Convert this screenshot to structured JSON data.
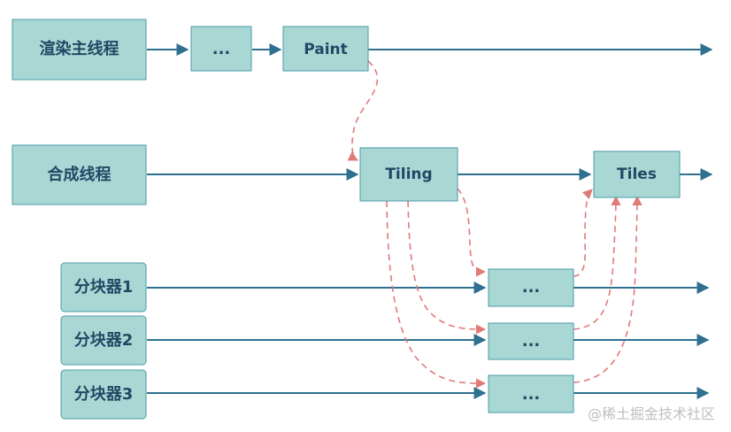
{
  "threads": {
    "render": "渲染主线程",
    "compositor": "合成线程",
    "tiler_1": "分块器1",
    "tiler_2": "分块器2",
    "tiler_3": "分块器3"
  },
  "nodes": {
    "render_ellipsis": "...",
    "paint": "Paint",
    "tiling": "Tiling",
    "tiles": "Tiles",
    "tiler_1_ellipsis": "...",
    "tiler_2_ellipsis": "...",
    "tiler_3_ellipsis": "..."
  },
  "colors": {
    "box_fill": "#a9d8d4",
    "box_stroke": "#4a9aa5",
    "text": "#1f4964",
    "flow_arrow": "#2f6f8f",
    "dashed_arrow": "#e07a78",
    "watermark": "#bfbfbf"
  },
  "watermark": "@稀土掘金技术社区"
}
